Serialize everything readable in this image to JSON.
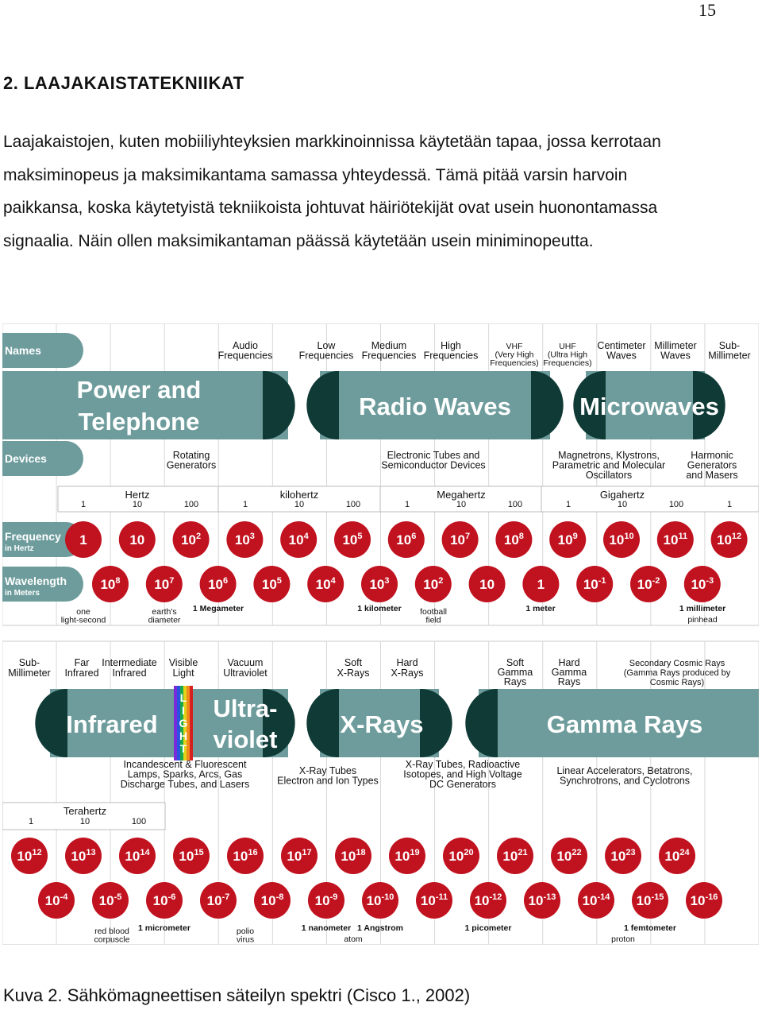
{
  "page_number": "15",
  "heading": "2.  LAAJAKAISTATEKNIIKAT",
  "body_text": "Laajakaistojen, kuten mobiiliyhteyksien markkinoinnissa käytetään tapaa, jossa kerrotaan maksiminopeus ja maksimikantama samassa yhteydessä. Tämä pitää varsin harvoin paikkansa, koska käytetyistä tekniikoista johtuvat häiriötekijät ovat usein huonontamassa signaalia. Näin ollen maksimikantaman päässä käytetään usein miniminopeutta.",
  "caption": "Kuva 2. Sähkömagneettisen säteilyn spektri (Cisco 1., 2002)",
  "colors": {
    "teal": "#6e9c9c",
    "dark": "#0f3a36",
    "red": "#c1121f",
    "grid": "#d8d8d8"
  },
  "spectrum": {
    "top": {
      "side_labels": {
        "names": "Names",
        "devices": "Devices",
        "frequency": "Frequency",
        "frequency_sub": "in Hertz",
        "wavelength": "Wavelength",
        "wavelength_sub": "in Meters"
      },
      "names": [
        [
          "Audio",
          "Frequencies"
        ],
        [
          "Low",
          "Frequencies"
        ],
        [
          "Medium",
          "Frequencies"
        ],
        [
          "High",
          "Frequencies"
        ],
        [
          "VHF",
          "(Very High",
          "Frequencies)"
        ],
        [
          "UHF",
          "(Ultra High",
          "Frequencies)"
        ],
        [
          "Centimeter",
          "Waves"
        ],
        [
          "Millimeter",
          "Waves"
        ],
        [
          "Sub-",
          "Millimeter"
        ]
      ],
      "bands": [
        [
          "Power and",
          "Telephone"
        ],
        [
          "Radio Waves"
        ],
        [
          "Microwaves"
        ]
      ],
      "devices": [
        [
          "Rotating",
          "Generators"
        ],
        [
          "Electronic Tubes and",
          "Semiconductor Devices"
        ],
        [
          "Magnetrons, Klystrons,",
          "Parametric and Molecular",
          "Oscillators"
        ],
        [
          "Harmonic",
          "Generators",
          "and Masers"
        ]
      ],
      "units": [
        "Hertz",
        "kilohertz",
        "Megahertz",
        "Gigahertz"
      ],
      "unit_ticks": [
        "1",
        "10",
        "100"
      ],
      "frequencies": [
        {
          "b": "1",
          "e": ""
        },
        {
          "b": "10",
          "e": ""
        },
        {
          "b": "10",
          "e": "2"
        },
        {
          "b": "10",
          "e": "3"
        },
        {
          "b": "10",
          "e": "4"
        },
        {
          "b": "10",
          "e": "5"
        },
        {
          "b": "10",
          "e": "6"
        },
        {
          "b": "10",
          "e": "7"
        },
        {
          "b": "10",
          "e": "8"
        },
        {
          "b": "10",
          "e": "9"
        },
        {
          "b": "10",
          "e": "10"
        },
        {
          "b": "10",
          "e": "11"
        },
        {
          "b": "10",
          "e": "12"
        }
      ],
      "wavelengths": [
        {
          "b": "10",
          "e": "8"
        },
        {
          "b": "10",
          "e": "7"
        },
        {
          "b": "10",
          "e": "6"
        },
        {
          "b": "10",
          "e": "5"
        },
        {
          "b": "10",
          "e": "4"
        },
        {
          "b": "10",
          "e": "3"
        },
        {
          "b": "10",
          "e": "2"
        },
        {
          "b": "10",
          "e": ""
        },
        {
          "b": "1",
          "e": ""
        },
        {
          "b": "10",
          "e": "-1"
        },
        {
          "b": "10",
          "e": "-2"
        },
        {
          "b": "10",
          "e": "-3"
        }
      ],
      "examples": [
        [
          "one",
          "light-second"
        ],
        [
          "earth's",
          "diameter"
        ],
        [
          "1 Megameter"
        ],
        [
          "1 kilometer"
        ],
        [
          "football",
          "field"
        ],
        [
          "1 meter"
        ],
        [
          "1 millimeter"
        ],
        [
          "pinhead"
        ]
      ]
    },
    "bottom": {
      "names": [
        [
          "Sub-",
          "Millimeter"
        ],
        [
          "Far",
          "Infrared"
        ],
        [
          "Intermediate",
          "Infrared"
        ],
        [
          "Visible",
          "Light"
        ],
        [
          "Vacuum",
          "Ultraviolet"
        ],
        [
          "Soft",
          "X-Rays"
        ],
        [
          "Hard",
          "X-Rays"
        ],
        [
          "Soft",
          "Gamma",
          "Rays"
        ],
        [
          "Hard",
          "Gamma",
          "Rays"
        ],
        [
          "Secondary Cosmic Rays",
          "(Gamma Rays produced by",
          "Cosmic Rays)"
        ]
      ],
      "bands": [
        [
          "Infrared"
        ],
        [
          "Ultra-",
          "violet"
        ],
        [
          "X-Rays"
        ],
        [
          "Gamma Rays"
        ]
      ],
      "light_letters": [
        "L",
        "I",
        "G",
        "H",
        "T"
      ],
      "devices": [
        [
          "Incandescent & Fluorescent",
          "Lamps, Sparks, Arcs, Gas",
          "Discharge Tubes, and Lasers"
        ],
        [
          "X-Ray Tubes",
          "Electron and Ion Types"
        ],
        [
          "X-Ray Tubes, Radioactive",
          "Isotopes, and High Voltage",
          "DC Generators"
        ],
        [
          "Linear Accelerators, Betatrons,",
          "Synchrotrons, and Cyclotrons"
        ]
      ],
      "unit": "Terahertz",
      "unit_ticks": [
        "1",
        "10",
        "100"
      ],
      "frequencies": [
        {
          "b": "10",
          "e": "12"
        },
        {
          "b": "10",
          "e": "13"
        },
        {
          "b": "10",
          "e": "14"
        },
        {
          "b": "10",
          "e": "15"
        },
        {
          "b": "10",
          "e": "16"
        },
        {
          "b": "10",
          "e": "17"
        },
        {
          "b": "10",
          "e": "18"
        },
        {
          "b": "10",
          "e": "19"
        },
        {
          "b": "10",
          "e": "20"
        },
        {
          "b": "10",
          "e": "21"
        },
        {
          "b": "10",
          "e": "22"
        },
        {
          "b": "10",
          "e": "23"
        },
        {
          "b": "10",
          "e": "24"
        }
      ],
      "wavelengths": [
        {
          "b": "10",
          "e": "-4"
        },
        {
          "b": "10",
          "e": "-5"
        },
        {
          "b": "10",
          "e": "-6"
        },
        {
          "b": "10",
          "e": "-7"
        },
        {
          "b": "10",
          "e": "-8"
        },
        {
          "b": "10",
          "e": "-9"
        },
        {
          "b": "10",
          "e": "-10"
        },
        {
          "b": "10",
          "e": "-11"
        },
        {
          "b": "10",
          "e": "-12"
        },
        {
          "b": "10",
          "e": "-13"
        },
        {
          "b": "10",
          "e": "-14"
        },
        {
          "b": "10",
          "e": "-15"
        },
        {
          "b": "10",
          "e": "-16"
        }
      ],
      "examples": [
        [
          "red blood",
          "corpuscle"
        ],
        [
          "1 micrometer"
        ],
        [
          "polio",
          "virus"
        ],
        [
          "1 nanometer"
        ],
        [
          "1 Angstrom"
        ],
        [
          "atom"
        ],
        [
          "1 picometer"
        ],
        [
          "1 femtometer"
        ],
        [
          "proton"
        ]
      ]
    }
  }
}
